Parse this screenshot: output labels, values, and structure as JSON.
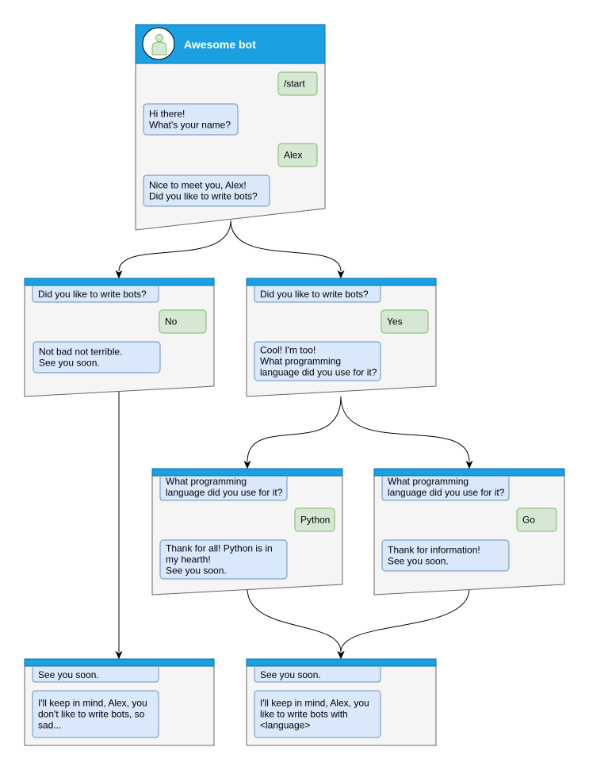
{
  "header": {
    "title": "Awesome bot",
    "avatar_icon": "user-avatar-icon"
  },
  "colors": {
    "bar": "#1ba1e2",
    "panel": "#f5f5f5",
    "bot_bubble": "#dae8fc",
    "user_bubble": "#d5e8d4"
  },
  "nodes": {
    "start": {
      "messages": [
        {
          "from": "user",
          "lines": [
            "/start"
          ]
        },
        {
          "from": "bot",
          "lines": [
            "Hi there!",
            "What's your name?"
          ]
        },
        {
          "from": "user",
          "lines": [
            "Alex"
          ]
        },
        {
          "from": "bot",
          "lines": [
            "Nice to meet you, Alex!",
            "Did you like to write bots?"
          ]
        }
      ]
    },
    "no_branch": {
      "quote": [
        "Did you like to write bots?"
      ],
      "messages": [
        {
          "from": "user",
          "lines": [
            "No"
          ]
        },
        {
          "from": "bot",
          "lines": [
            "Not bad not terrible.",
            "See you soon."
          ]
        }
      ]
    },
    "yes_branch": {
      "quote": [
        "Did you like to write bots?"
      ],
      "messages": [
        {
          "from": "user",
          "lines": [
            "Yes"
          ]
        },
        {
          "from": "bot",
          "lines": [
            "Cool! I'm too!",
            "What programming",
            "language did you use for it?"
          ]
        }
      ]
    },
    "python_branch": {
      "quote": [
        "What programming",
        "language did you use for it?"
      ],
      "messages": [
        {
          "from": "user",
          "lines": [
            "Python"
          ]
        },
        {
          "from": "bot",
          "lines": [
            "Thank for all! Python is in",
            "my hearth!",
            "See you soon."
          ]
        }
      ]
    },
    "go_branch": {
      "quote": [
        "What programming",
        "language did you use for it?"
      ],
      "messages": [
        {
          "from": "user",
          "lines": [
            "Go"
          ]
        },
        {
          "from": "bot",
          "lines": [
            "Thank for information!",
            "See you soon."
          ]
        }
      ]
    },
    "end_no": {
      "quote": [
        "See you soon."
      ],
      "messages": [
        {
          "from": "bot",
          "lines": [
            "I'll keep in mind, Alex, you",
            "don't like to write bots, so",
            "sad..."
          ]
        }
      ]
    },
    "end_yes": {
      "quote": [
        "See you soon."
      ],
      "messages": [
        {
          "from": "bot",
          "lines": [
            "I'll keep in mind, Alex, you",
            "like to write bots with",
            "<language>"
          ]
        }
      ]
    }
  },
  "edges": [
    {
      "from": "start",
      "to": "no_branch"
    },
    {
      "from": "start",
      "to": "yes_branch"
    },
    {
      "from": "yes_branch",
      "to": "python_branch"
    },
    {
      "from": "yes_branch",
      "to": "go_branch"
    },
    {
      "from": "no_branch",
      "to": "end_no"
    },
    {
      "from": "python_branch",
      "to": "end_yes"
    },
    {
      "from": "go_branch",
      "to": "end_yes"
    }
  ]
}
